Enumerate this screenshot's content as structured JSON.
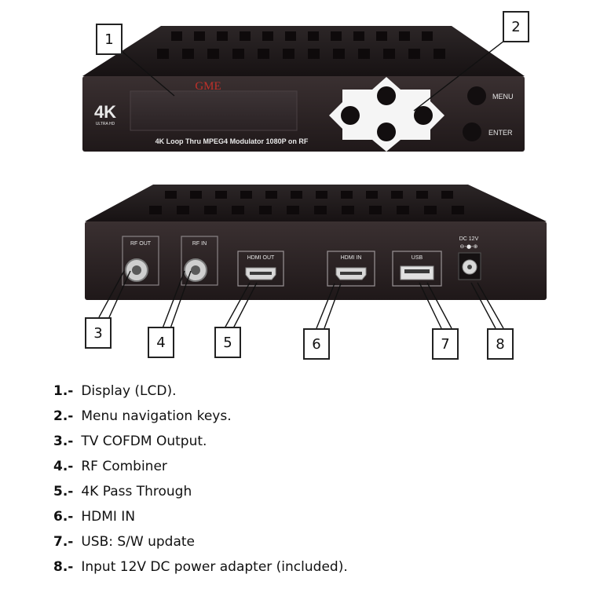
{
  "front_panel": {
    "brand": "GME",
    "logo_text": "4K",
    "logo_subtext": "ULTRA HD",
    "model_label": "4K Loop Thru MPEG4 Modulator 1080P on RF",
    "menu_label": "MENU",
    "enter_label": "ENTER"
  },
  "rear_panel": {
    "rf_out_label": "RF OUT",
    "rf_in_label": "RF IN",
    "hdmi_out_label": "HDMI OUT",
    "hdmi_in_label": "HDMI IN",
    "usb_label": "USB",
    "dc_label": "DC 12V"
  },
  "callouts": [
    "1",
    "2",
    "3",
    "4",
    "5",
    "6",
    "7",
    "8"
  ],
  "legend": [
    {
      "num": "1.-",
      "text": "Display (LCD)."
    },
    {
      "num": "2.-",
      "text": "Menu navigation keys."
    },
    {
      "num": "3.-",
      "text": "TV COFDM Output."
    },
    {
      "num": "4.-",
      "text": "RF Combiner"
    },
    {
      "num": "5.-",
      "text": "4K Pass Through"
    },
    {
      "num": "6.-",
      "text": "HDMI IN"
    },
    {
      "num": "7.-",
      "text": "USB: S/W update"
    },
    {
      "num": "8.-",
      "text": "Input 12V DC power adapter (included)."
    }
  ],
  "colors": {
    "panel": "#2a2122",
    "brand": "#c0302a",
    "text_light": "#e8e8e8"
  }
}
